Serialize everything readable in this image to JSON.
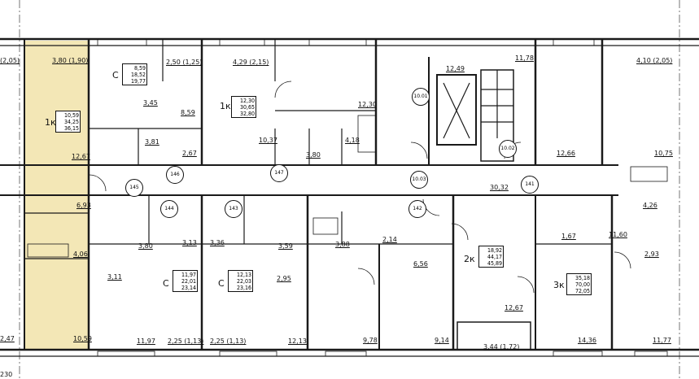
{
  "colors": {
    "highlight": "#f3e7b6",
    "wall": "#1a1a1a"
  },
  "areas": {
    "a01": "(2,05)",
    "a02": "3,80 (1,90)",
    "a03": "2,50 (1,25)",
    "a04": "4,29 (2,15)",
    "a05": "4,10 (2,05)",
    "a06": "12,49",
    "a07": "11,78",
    "a08": "3,45",
    "a09": "8,59",
    "a10": "12,30",
    "a11": "10,37",
    "a12": "3,81",
    "a13": "2,67",
    "a14": "3,80",
    "a15": "4,18",
    "a16": "12,67",
    "a17": "12,66",
    "a18": "10,75",
    "a19": "6,93",
    "a20": "30,32",
    "a21": "4,26",
    "a22": "3,80",
    "a23": "3,13",
    "a24": "3,36",
    "a25": "3,59",
    "a26": "3,88",
    "a27": "2,14",
    "a28": "1,67",
    "a29": "11,60",
    "a30": "4,06",
    "a31": "6,56",
    "a32": "2,93",
    "a33": "3,11",
    "a34": "2,95",
    "a35": "12,67",
    "a36": "2,47",
    "a37": "10,59",
    "a38": "11,97",
    "a39": "2,25 (1,13)",
    "a40": "2,25 (1,13)",
    "a41": "12,13",
    "a42": "9,78",
    "a43": "9,14",
    "a44": "3,44 (1,72)",
    "a45": "14,36",
    "a46": "11,77",
    "a47": "230"
  },
  "units": {
    "u1": {
      "tag": "1к",
      "v1": "10,59",
      "v2": "34,25",
      "v3": "36,15"
    },
    "u2": {
      "tag": "С",
      "v1": "8,59",
      "v2": "18,52",
      "v3": "19,77"
    },
    "u3": {
      "tag": "1к",
      "v1": "12,30",
      "v2": "30,65",
      "v3": "32,80"
    },
    "u4": {
      "tag": "С",
      "v1": "11,97",
      "v2": "22,01",
      "v3": "23,14"
    },
    "u5": {
      "tag": "С",
      "v1": "12,13",
      "v2": "22,03",
      "v3": "23,16"
    },
    "u6": {
      "tag": "2к",
      "v1": "18,92",
      "v2": "44,17",
      "v3": "45,89"
    },
    "u7": {
      "tag": "3к",
      "v1": "35,18",
      "v2": "70,00",
      "v3": "72,05"
    }
  },
  "doors": {
    "d146": "146",
    "d147": "147",
    "d145": "145",
    "d144": "144",
    "d143": "143",
    "d142": "142",
    "d141": "141"
  },
  "markers": {
    "m1": "10.01",
    "m2": "10.02",
    "m3": "10.03"
  }
}
